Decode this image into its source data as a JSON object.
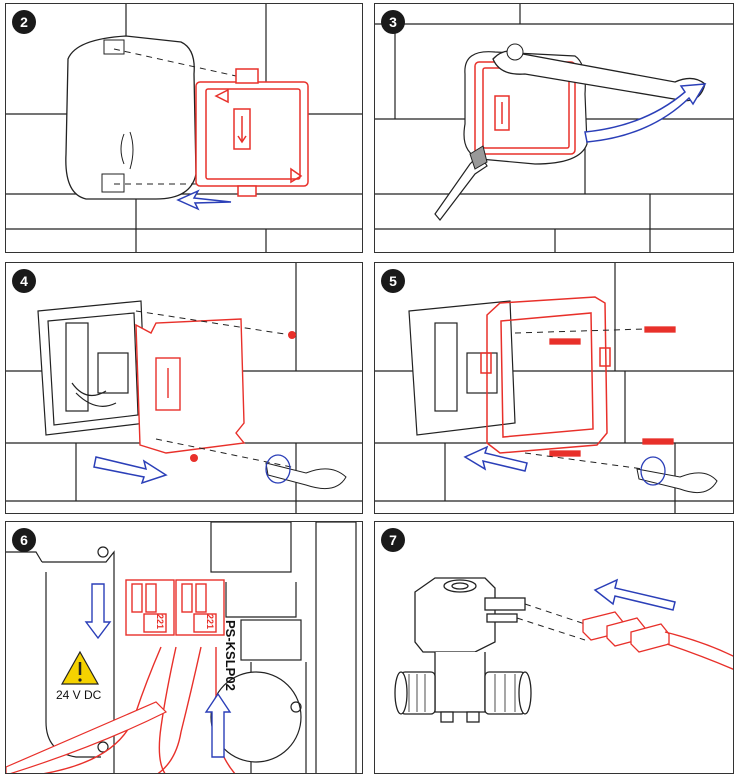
{
  "steps": [
    {
      "number": "2"
    },
    {
      "number": "3"
    },
    {
      "number": "4"
    },
    {
      "number": "5"
    },
    {
      "number": "6"
    },
    {
      "number": "7"
    }
  ],
  "step6": {
    "voltage_label": "24 V DC",
    "part_code": "PS-KSLP02",
    "connector_a": "221",
    "connector_b": "221"
  },
  "colors": {
    "outline": "#222222",
    "accent_red": "#e8302a",
    "arrow_blue": "#2b3fb8",
    "warning_yellow": "#f5d200"
  }
}
